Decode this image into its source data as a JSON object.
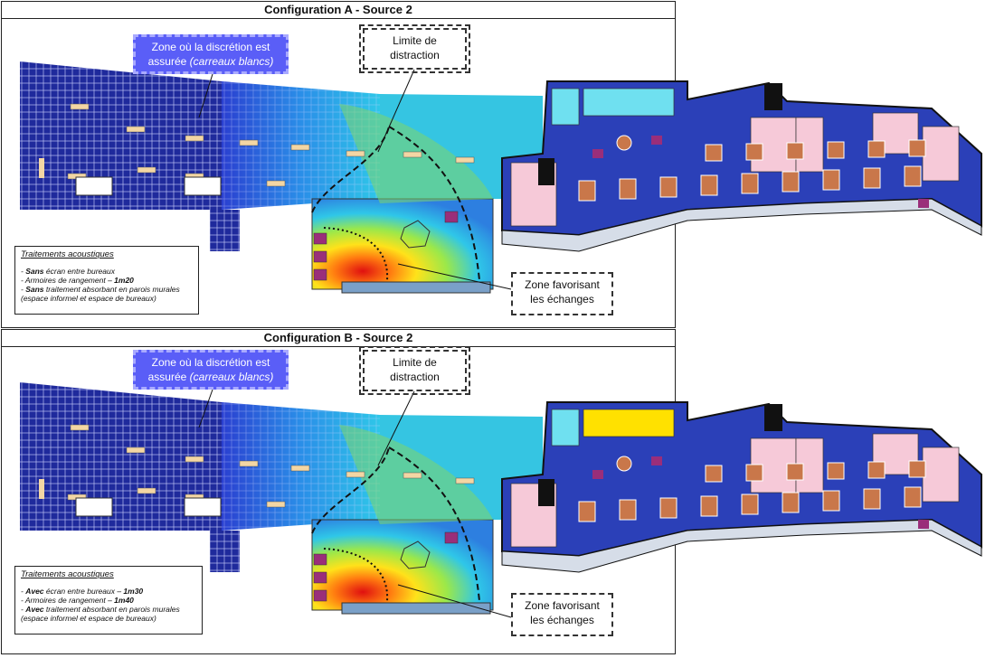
{
  "configs": [
    {
      "title": "Configuration A - Source 2",
      "zone_label": "Zone où la discrétion est",
      "zone_label2": "assurée",
      "zone_label_italic": "(carreaux blancs)",
      "limit_label_1": "Limite de",
      "limit_label_2": "distraction",
      "exchange_label_1": "Zone favorisant",
      "exchange_label_2": "les échanges",
      "legend_title": "Traitements acoustiques",
      "legend_lines": [
        {
          "bold": "Sans",
          "text": " écran entre bureaux",
          "tail": ""
        },
        {
          "bold": "",
          "text": "Armoires de rangement – ",
          "tail": "1m20"
        },
        {
          "bold": "Sans",
          "text": " traitement absorbant en parois murales",
          "tail": ""
        },
        {
          "bold": "",
          "text": "(espace informel et espace de bureaux)",
          "tail": ""
        }
      ]
    },
    {
      "title": "Configuration B - Source 2",
      "zone_label": "Zone où la discrétion est",
      "zone_label2": "assurée",
      "zone_label_italic": "(carreaux blancs)",
      "limit_label_1": "Limite de",
      "limit_label_2": "distraction",
      "exchange_label_1": "Zone favorisant",
      "exchange_label_2": "les échanges",
      "legend_title": "Traitements acoustiques",
      "legend_lines": [
        {
          "bold": "Avec",
          "text": " écran entre bureaux – ",
          "tail": "1m30"
        },
        {
          "bold": "",
          "text": "Armoires de rangement – ",
          "tail": "1m40"
        },
        {
          "bold": "Avec",
          "text": " traitement absorbant en parois murales",
          "tail": ""
        },
        {
          "bold": "",
          "text": "(espace informel et espace de bureaux)",
          "tail": ""
        }
      ]
    }
  ],
  "colors": {
    "quiet_blue": "#1f2a9c",
    "mid_cyan": "#2fc7e8",
    "hot_red": "#e01010",
    "callout_blue": "#5a5ef7",
    "furniture_tan": "#f3d6a4",
    "cabinet_purple": "#9a2e7a"
  }
}
